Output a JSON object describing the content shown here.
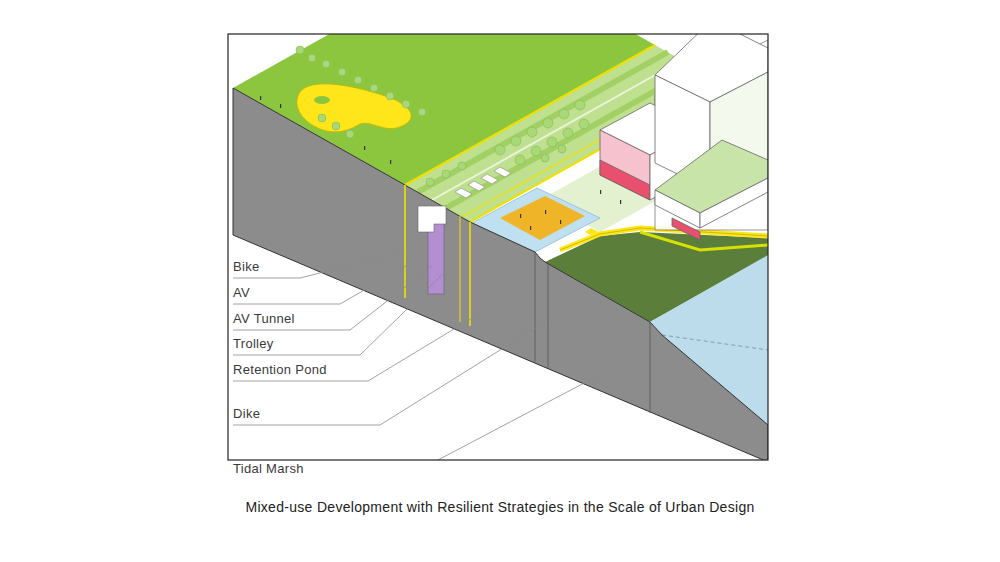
{
  "diagram": {
    "caption": "Mixed-use Development with Resilient Strategies in the Scale of Urban Design",
    "labels": [
      "Bike",
      "AV",
      "AV Tunnel",
      "Trolley",
      "Retention Pond",
      "Dike",
      "Tidal Marsh"
    ]
  }
}
